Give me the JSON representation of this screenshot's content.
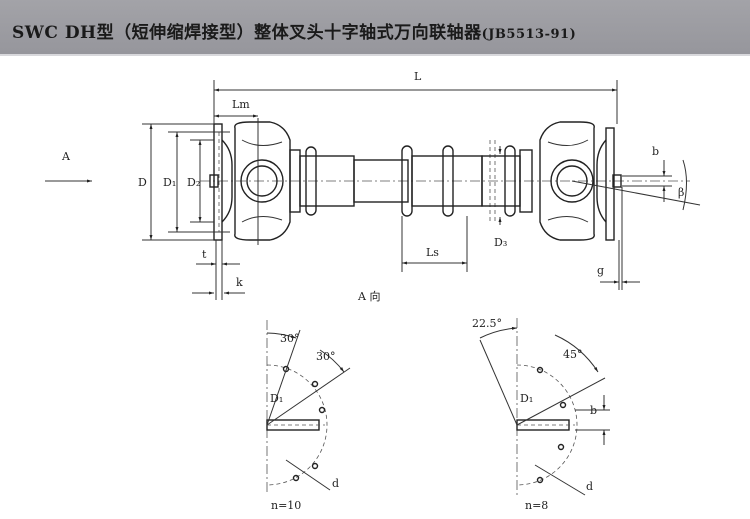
{
  "header": {
    "title": "SWC DH型（短伸缩焊接型）整体叉头十字轴式万向联轴器",
    "standard": "(JB5513-91)"
  },
  "main_view": {
    "view_arrow_label": "A",
    "L": "L",
    "Lm": "Lm",
    "D": "D",
    "D1": "D₁",
    "D2": "D₂",
    "D3": "D₃",
    "Ls": "Ls",
    "t": "t",
    "k": "k",
    "g": "g",
    "b": "b",
    "beta": "β",
    "view_caption": "A  向"
  },
  "detail_n10": {
    "angle1": "30°",
    "angle2": "30°",
    "D1": "D₁",
    "d": "d",
    "caption": "n=10"
  },
  "detail_n8": {
    "angle1": "22.5°",
    "angle2": "45°",
    "D1": "D₁",
    "b": "b",
    "d": "d",
    "caption": "n=8"
  }
}
